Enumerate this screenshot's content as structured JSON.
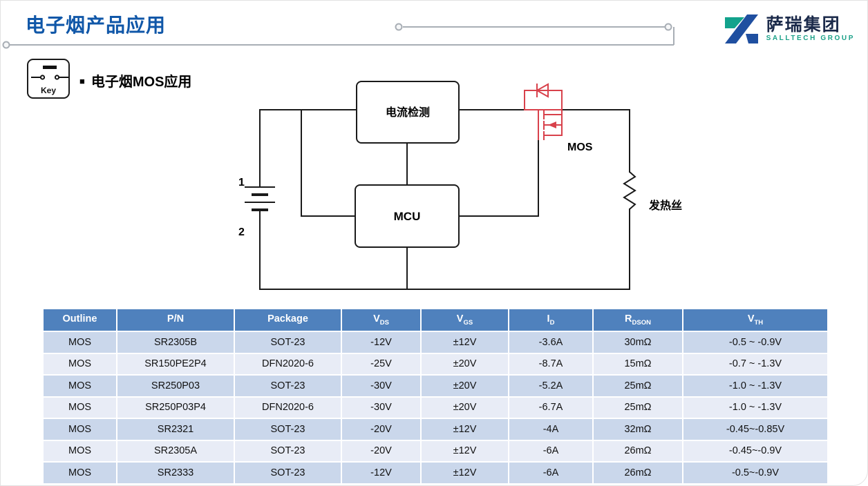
{
  "page": {
    "title": "电子烟产品应用",
    "section_bullet": "■",
    "section_title": "电子烟MOS应用",
    "key_icon_label": "Key"
  },
  "logo": {
    "name_cn": "萨瑞集团",
    "name_en": "SALLTECH GROUP"
  },
  "diagram": {
    "battery_label_1": "1",
    "battery_label_2": "2",
    "current_sense_label": "电流检测",
    "mcu_label": "MCU",
    "mos_label": "MOS",
    "heater_label": "发热丝"
  },
  "table": {
    "headers": [
      {
        "main": "Outline",
        "sub": ""
      },
      {
        "main": "P/N",
        "sub": ""
      },
      {
        "main": "Package",
        "sub": ""
      },
      {
        "main": "V",
        "sub": "DS"
      },
      {
        "main": "V",
        "sub": "GS"
      },
      {
        "main": "I",
        "sub": "D"
      },
      {
        "main": "R",
        "sub": "DSON"
      },
      {
        "main": "V",
        "sub": "TH"
      }
    ],
    "rows": [
      [
        "MOS",
        "SR2305B",
        "SOT-23",
        "-12V",
        "±12V",
        "-3.6A",
        "30mΩ",
        "-0.5 ~ -0.9V"
      ],
      [
        "MOS",
        "SR150PE2P4",
        "DFN2020-6",
        "-25V",
        "±20V",
        "-8.7A",
        "15mΩ",
        "-0.7 ~ -1.3V"
      ],
      [
        "MOS",
        "SR250P03",
        "SOT-23",
        "-30V",
        "±20V",
        "-5.2A",
        "25mΩ",
        "-1.0 ~ -1.3V"
      ],
      [
        "MOS",
        "SR250P03P4",
        "DFN2020-6",
        "-30V",
        "±20V",
        "-6.7A",
        "25mΩ",
        "-1.0 ~ -1.3V"
      ],
      [
        "MOS",
        "SR2321",
        "SOT-23",
        "-20V",
        "±12V",
        "-4A",
        "32mΩ",
        "-0.45~-0.85V"
      ],
      [
        "MOS",
        "SR2305A",
        "SOT-23",
        "-20V",
        "±12V",
        "-6A",
        "26mΩ",
        "-0.45~-0.9V"
      ],
      [
        "MOS",
        "SR2333",
        "SOT-23",
        "-12V",
        "±12V",
        "-6A",
        "26mΩ",
        "-0.5~-0.9V"
      ]
    ]
  },
  "colors": {
    "title_blue": "#1057A8",
    "table_header_blue": "#4F81BD",
    "band_dark": "#CAD7EB",
    "band_light": "#E8ECF6",
    "circuit_red": "#D8414B",
    "logo_teal": "#12A28C",
    "logo_blue": "#1F4FA0",
    "decor_gray": "#A8AEB5"
  }
}
